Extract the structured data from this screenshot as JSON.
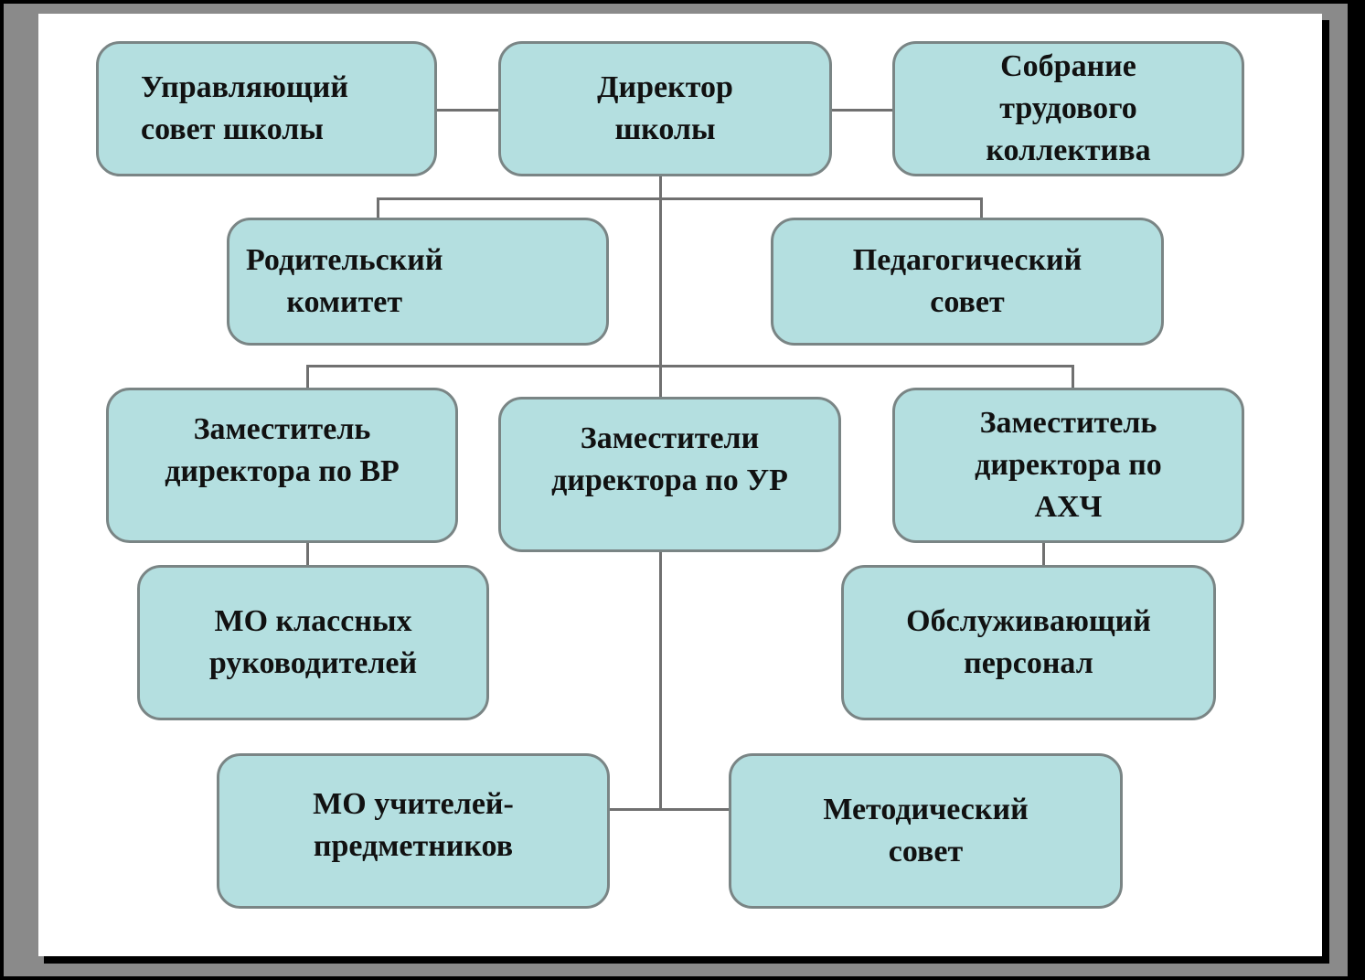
{
  "diagram": {
    "title": "School management structure",
    "fill_color": "#b4dfe0",
    "border_color": "#7a8585",
    "nodes": [
      {
        "id": "governing-council",
        "label": "Управляющий\nсовет школы"
      },
      {
        "id": "director",
        "label": "Директор\nшколы"
      },
      {
        "id": "staff-assembly",
        "label": "Собрание\nтрудового\nколлектива"
      },
      {
        "id": "parent-committee",
        "label": "Родительский\nкомитет"
      },
      {
        "id": "pedagogical-council",
        "label": "Педагогический\nсовет"
      },
      {
        "id": "deputy-vr",
        "label": "Заместитель\nдиректора по ВР"
      },
      {
        "id": "deputies-ur",
        "label": "Заместители\nдиректора по УР"
      },
      {
        "id": "deputy-ahch",
        "label": "Заместитель\nдиректора по\nАХЧ"
      },
      {
        "id": "mo-class-teachers",
        "label": "МО классных\nруководителей"
      },
      {
        "id": "service-staff",
        "label": "Обслуживающий\nперсонал"
      },
      {
        "id": "mo-subject-teachers",
        "label": "МО учителей-\nпредметников"
      },
      {
        "id": "methodical-council",
        "label": "Методический\nсовет"
      }
    ]
  }
}
